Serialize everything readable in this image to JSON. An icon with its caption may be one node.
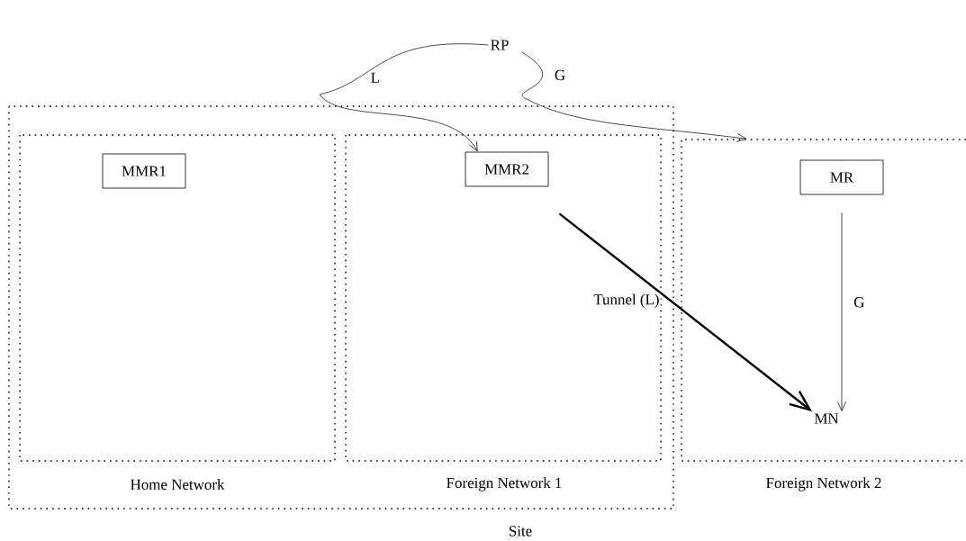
{
  "diagram": {
    "nodes": [
      {
        "text": [
          "Site"
        ]
      },
      {
        "text": [
          "Home Network"
        ],
        "in": 0
      },
      {
        "text": [
          "Foreign Network 1"
        ],
        "in": 0
      },
      {
        "text": [
          "Foreign Network 2"
        ]
      },
      {
        "text": [
          "MMR1"
        ],
        "in": 1
      },
      {
        "text": [
          "MMR2"
        ],
        "in": 2
      },
      {
        "text": [
          "MR"
        ],
        "in": 3
      },
      {
        "text": [
          "RP"
        ]
      },
      {
        "text": [
          "MN"
        ],
        "in": 3
      }
    ],
    "edges": [
      {
        "from": 7,
        "to": 5,
        "arrow": "to",
        "label": "L"
      },
      {
        "from": 7,
        "to": 3,
        "arrow": "to",
        "label": "G"
      },
      {
        "from": 6,
        "to": 8,
        "arrow": "to",
        "label": "G"
      },
      {
        "from": 5,
        "to": 8,
        "arrow": "to",
        "label": "Tunnel (L)",
        "style": "thick"
      }
    ]
  }
}
